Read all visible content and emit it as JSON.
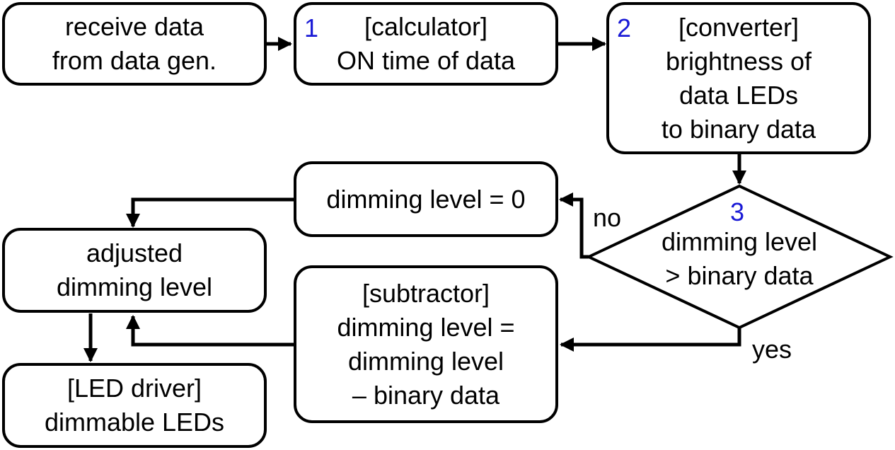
{
  "colors": {
    "ink": "#000000",
    "step_number": "#1a1ad6",
    "background": "#ffffff"
  },
  "nodes": {
    "receive": {
      "lines": [
        "receive data",
        "from data gen."
      ]
    },
    "calculator": {
      "step": "1",
      "lines": [
        "[calculator]",
        "ON time of data"
      ]
    },
    "converter": {
      "step": "2",
      "lines": [
        "[converter]",
        "brightness of",
        "data LEDs",
        "to binary data"
      ]
    },
    "decision": {
      "step": "3",
      "lines": [
        "dimming level",
        "> binary data"
      ]
    },
    "dim_zero": {
      "lines": [
        "dimming level = 0"
      ]
    },
    "subtractor": {
      "lines": [
        "[subtractor]",
        "dimming level =",
        "dimming level",
        "– binary data"
      ]
    },
    "adjusted": {
      "lines": [
        "adjusted",
        "dimming level"
      ]
    },
    "driver": {
      "lines": [
        "[LED driver]",
        "dimmable LEDs"
      ]
    }
  },
  "edge_labels": {
    "no": "no",
    "yes": "yes"
  }
}
